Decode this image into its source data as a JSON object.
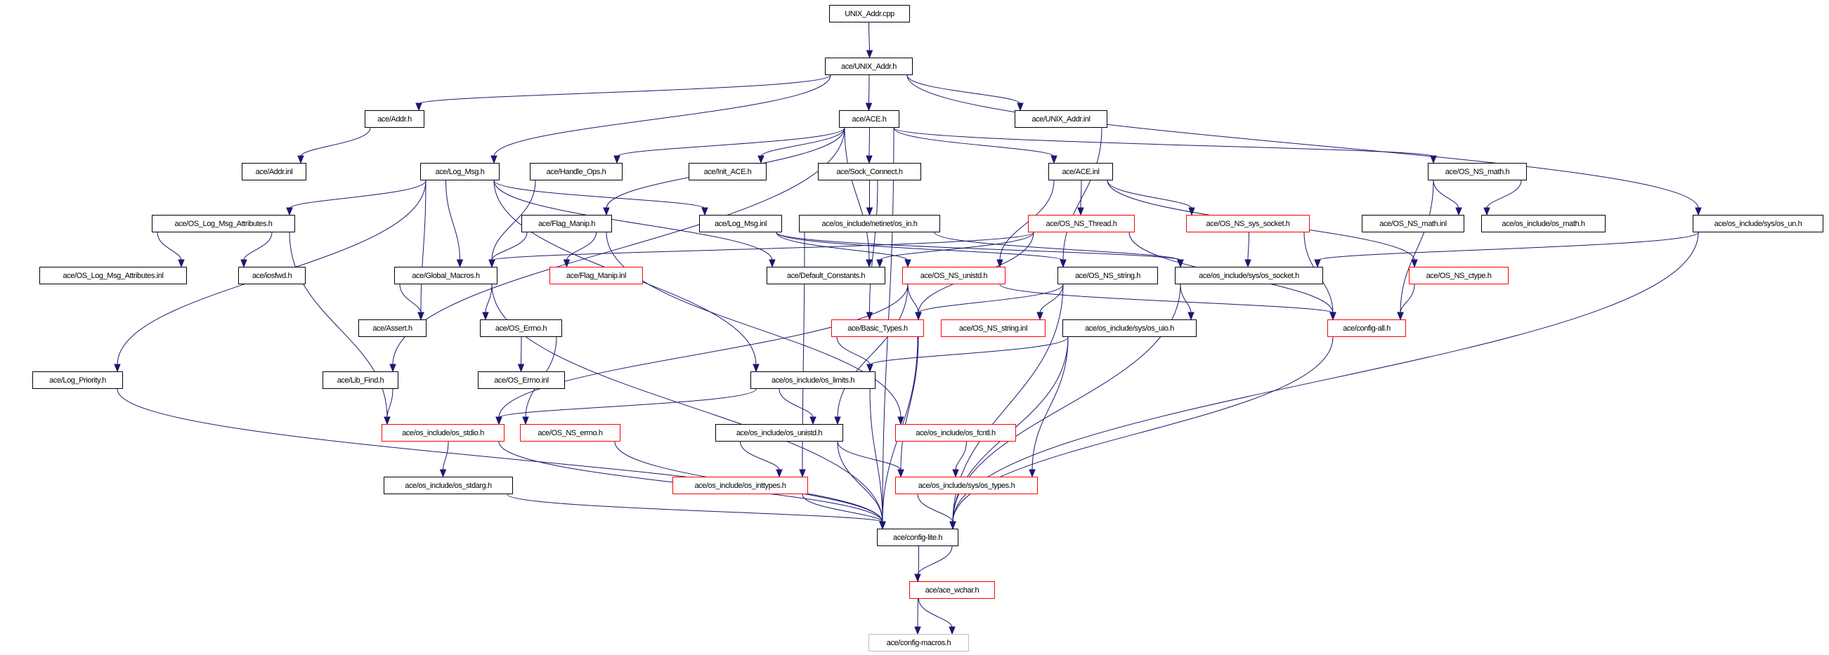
{
  "title": "UNIX_Addr.cpp include dependency graph",
  "colors": {
    "edge": "#191970",
    "node_border": "#000000",
    "truncated_border": "#ff0000",
    "root_fill": "#bfbfbf",
    "external_border": "#bfbfbf"
  },
  "nodes": [
    {
      "label": "UNIX_Addr.cpp",
      "style": "root"
    },
    {
      "label": "ace/UNIX_Addr.h",
      "style": "normal"
    },
    {
      "label": "ace/Addr.h",
      "style": "normal"
    },
    {
      "label": "ace/ACE.h",
      "style": "normal"
    },
    {
      "label": "ace/UNIX_Addr.inl",
      "style": "normal"
    },
    {
      "label": "ace/Addr.inl",
      "style": "normal"
    },
    {
      "label": "ace/Log_Msg.h",
      "style": "normal"
    },
    {
      "label": "ace/Handle_Ops.h",
      "style": "normal"
    },
    {
      "label": "ace/Init_ACE.h",
      "style": "normal"
    },
    {
      "label": "ace/Sock_Connect.h",
      "style": "normal"
    },
    {
      "label": "ace/ACE.inl",
      "style": "normal"
    },
    {
      "label": "ace/OS_NS_math.h",
      "style": "normal"
    },
    {
      "label": "ace/OS_Log_Msg_Attributes.h",
      "style": "normal"
    },
    {
      "label": "ace/Flag_Manip.h",
      "style": "normal"
    },
    {
      "label": "ace/Log_Msg.inl",
      "style": "normal"
    },
    {
      "label": "ace/os_include/netinet/os_in.h",
      "style": "normal"
    },
    {
      "label": "ace/OS_NS_Thread.h",
      "style": "red"
    },
    {
      "label": "ace/OS_NS_sys_socket.h",
      "style": "red"
    },
    {
      "label": "ace/OS_NS_math.inl",
      "style": "normal"
    },
    {
      "label": "ace/os_include/os_math.h",
      "style": "normal"
    },
    {
      "label": "ace/os_include/sys/os_un.h",
      "style": "normal"
    },
    {
      "label": "ace/OS_Log_Msg_Attributes.inl",
      "style": "normal"
    },
    {
      "label": "ace/iosfwd.h",
      "style": "normal"
    },
    {
      "label": "ace/Global_Macros.h",
      "style": "normal"
    },
    {
      "label": "ace/Flag_Manip.inl",
      "style": "red"
    },
    {
      "label": "ace/Default_Constants.h",
      "style": "normal"
    },
    {
      "label": "ace/OS_NS_unistd.h",
      "style": "red"
    },
    {
      "label": "ace/OS_NS_string.h",
      "style": "normal"
    },
    {
      "label": "ace/os_include/sys/os_socket.h",
      "style": "normal"
    },
    {
      "label": "ace/OS_NS_ctype.h",
      "style": "red"
    },
    {
      "label": "ace/Assert.h",
      "style": "normal"
    },
    {
      "label": "ace/OS_Errno.h",
      "style": "normal"
    },
    {
      "label": "ace/Basic_Types.h",
      "style": "red"
    },
    {
      "label": "ace/OS_NS_string.inl",
      "style": "red"
    },
    {
      "label": "ace/os_include/sys/os_uio.h",
      "style": "normal"
    },
    {
      "label": "ace/config-all.h",
      "style": "red"
    },
    {
      "label": "ace/Log_Priority.h",
      "style": "normal"
    },
    {
      "label": "ace/Lib_Find.h",
      "style": "normal"
    },
    {
      "label": "ace/OS_Errno.inl",
      "style": "normal"
    },
    {
      "label": "ace/os_include/os_limits.h",
      "style": "normal"
    },
    {
      "label": "ace/os_include/os_stdio.h",
      "style": "red"
    },
    {
      "label": "ace/OS_NS_errno.h",
      "style": "red"
    },
    {
      "label": "ace/os_include/os_unistd.h",
      "style": "normal"
    },
    {
      "label": "ace/os_include/os_fcntl.h",
      "style": "red"
    },
    {
      "label": "ace/os_include/os_stdarg.h",
      "style": "normal"
    },
    {
      "label": "ace/os_include/os_inttypes.h",
      "style": "red"
    },
    {
      "label": "ace/os_include/sys/os_types.h",
      "style": "red"
    },
    {
      "label": "ace/config-lite.h",
      "style": "normal"
    },
    {
      "label": "ace/ace_wchar.h",
      "style": "red"
    },
    {
      "label": "ace/config-macros.h",
      "style": "gray"
    }
  ],
  "edges": [
    [
      0,
      1
    ],
    [
      1,
      2
    ],
    [
      1,
      6
    ],
    [
      1,
      3
    ],
    [
      1,
      4
    ],
    [
      1,
      20
    ],
    [
      2,
      5
    ],
    [
      3,
      37
    ],
    [
      3,
      7
    ],
    [
      3,
      8
    ],
    [
      3,
      9
    ],
    [
      3,
      13
    ],
    [
      3,
      25
    ],
    [
      3,
      10
    ],
    [
      3,
      11
    ],
    [
      3,
      47
    ],
    [
      4,
      27
    ],
    [
      6,
      12
    ],
    [
      6,
      36
    ],
    [
      6,
      23
    ],
    [
      6,
      30
    ],
    [
      6,
      14
    ],
    [
      6,
      25
    ],
    [
      6,
      39
    ],
    [
      7,
      23
    ],
    [
      9,
      15
    ],
    [
      9,
      32
    ],
    [
      12,
      21
    ],
    [
      12,
      22
    ],
    [
      12,
      40
    ],
    [
      13,
      23
    ],
    [
      13,
      24
    ],
    [
      13,
      43
    ],
    [
      14,
      26
    ],
    [
      14,
      27
    ],
    [
      14,
      28
    ],
    [
      15,
      28
    ],
    [
      15,
      45
    ],
    [
      10,
      16
    ],
    [
      10,
      26
    ],
    [
      10,
      17
    ],
    [
      10,
      29
    ],
    [
      16,
      23
    ],
    [
      16,
      25
    ],
    [
      16,
      32
    ],
    [
      16,
      35
    ],
    [
      17,
      28
    ],
    [
      17,
      35
    ],
    [
      11,
      19
    ],
    [
      11,
      18
    ],
    [
      11,
      35
    ],
    [
      20,
      28
    ],
    [
      20,
      47
    ],
    [
      26,
      32
    ],
    [
      26,
      40
    ],
    [
      26,
      42
    ],
    [
      26,
      35
    ],
    [
      27,
      32
    ],
    [
      27,
      33
    ],
    [
      27,
      47
    ],
    [
      28,
      34
    ],
    [
      28,
      47
    ],
    [
      29,
      35
    ],
    [
      23,
      30
    ],
    [
      23,
      31
    ],
    [
      23,
      47
    ],
    [
      32,
      39
    ],
    [
      32,
      46
    ],
    [
      32,
      47
    ],
    [
      34,
      39
    ],
    [
      34,
      46
    ],
    [
      34,
      47
    ],
    [
      35,
      47
    ],
    [
      31,
      38
    ],
    [
      31,
      41
    ],
    [
      36,
      47
    ],
    [
      37,
      40
    ],
    [
      39,
      40
    ],
    [
      39,
      42
    ],
    [
      39,
      47
    ],
    [
      40,
      44
    ],
    [
      40,
      47
    ],
    [
      41,
      47
    ],
    [
      42,
      45
    ],
    [
      42,
      46
    ],
    [
      42,
      47
    ],
    [
      43,
      46
    ],
    [
      44,
      47
    ],
    [
      45,
      47
    ],
    [
      46,
      47
    ],
    [
      47,
      48
    ],
    [
      47,
      49
    ],
    [
      48,
      49
    ]
  ]
}
